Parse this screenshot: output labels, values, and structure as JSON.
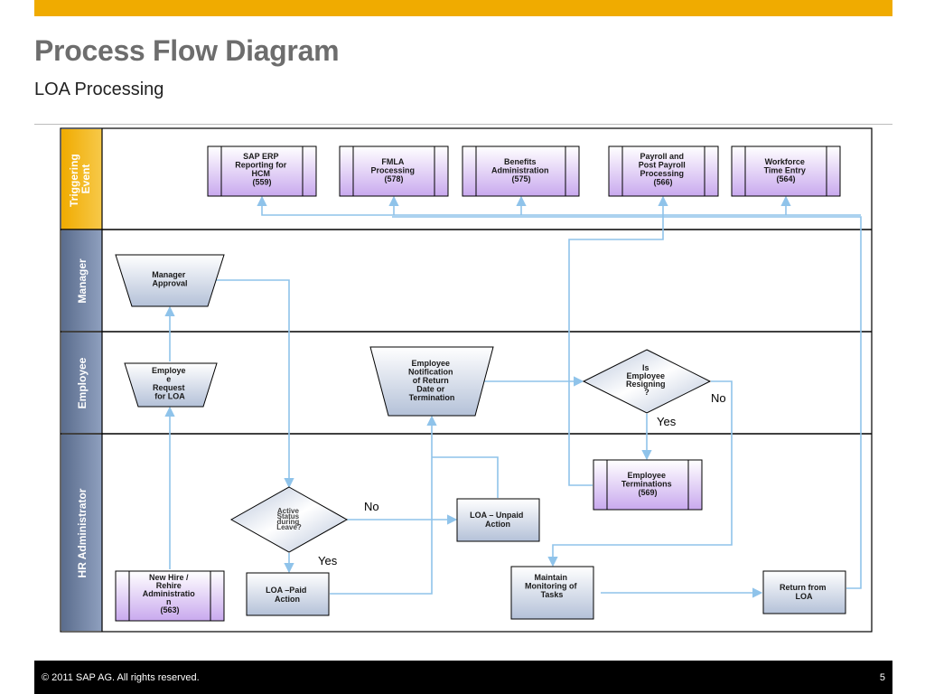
{
  "header": {
    "title": "Process Flow Diagram",
    "subtitle": "LOA Processing"
  },
  "lanes": {
    "triggering": [
      "Triggering",
      "Event"
    ],
    "manager": "Manager",
    "employee": "Employee",
    "hr": "HR Administrator"
  },
  "nodes": {
    "sap_erp": [
      "SAP ERP",
      "Reporting for",
      "HCM",
      "(559)"
    ],
    "fmla": [
      "FMLA",
      "Processing",
      "(578)"
    ],
    "benefits": [
      "Benefits",
      "Administration",
      "(575)"
    ],
    "payroll": [
      "Payroll and",
      "Post Payroll",
      "Processing",
      "(566)"
    ],
    "workforce": [
      "Workforce",
      "Time Entry",
      "(564)"
    ],
    "manager_approval": [
      "Manager",
      "Approval"
    ],
    "employee_request": [
      "Employe",
      "e",
      "Request",
      "for LOA"
    ],
    "employee_notification": [
      "Employee",
      "Notification",
      "of Return",
      "Date or",
      "Termination"
    ],
    "is_resigning": [
      "Is",
      "Employee",
      "Resigning",
      "?"
    ],
    "employee_terminations": [
      "Employee",
      "Terminations",
      "(569)"
    ],
    "active_status": [
      "Active",
      "Status",
      "during",
      "Leave?"
    ],
    "loa_unpaid": [
      "LOA – Unpaid",
      "Action"
    ],
    "loa_paid": [
      "LOA –Paid",
      "Action"
    ],
    "new_hire": [
      "New Hire /",
      "Rehire",
      "Administratio",
      "n",
      "(563)"
    ],
    "maintain_monitoring": [
      "Maintain",
      "Monitoring of",
      "Tasks"
    ],
    "return_from_loa": [
      "Return from",
      "LOA"
    ]
  },
  "labels": {
    "no_resigning": "No",
    "yes_resigning": "Yes",
    "no_active": "No",
    "yes_active": "Yes"
  },
  "colors": {
    "accent": "#f0ab00",
    "connector": "#8fc3ea",
    "process_purple": "#c9a9ee",
    "process_steel": "#b9c5db"
  },
  "footer": {
    "copyright": "©  2011 SAP AG. All rights reserved.",
    "page_number": "5"
  }
}
